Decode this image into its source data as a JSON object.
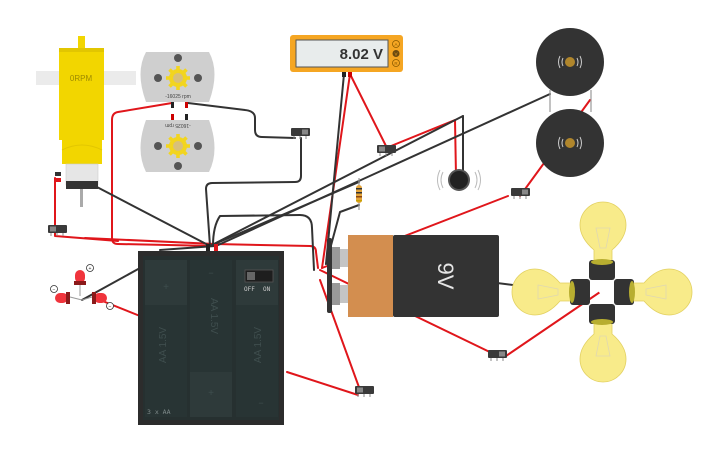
{
  "app": "Circuit simulator canvas",
  "multimeter": {
    "reading": "8.02 V",
    "mode_buttons": [
      "A",
      "V",
      "R"
    ],
    "selected_mode": "V",
    "color": "#F5A623"
  },
  "gear_motor": {
    "label": "0RPM",
    "color": "#F2D600"
  },
  "dc_motor_top": {
    "label": "-16025 rpm"
  },
  "dc_motor_bottom": {
    "label": "-16025 rpm"
  },
  "aa_pack": {
    "label": "3 x AA",
    "cells": [
      "AA 1.5V",
      "AA 1.5V",
      "AA 1.5V"
    ],
    "switch_off": "OFF",
    "switch_on": "ON",
    "plus": "+",
    "minus": "−"
  },
  "battery_9v": {
    "label": "9V",
    "terminal_color": "#D38E4F"
  },
  "leds": [
    {
      "polarity": "+"
    },
    {
      "polarity": "−"
    },
    {
      "polarity": "−"
    }
  ],
  "piezo_buzzers": [
    {
      "icon": "sound-icon"
    },
    {
      "icon": "sound-icon"
    }
  ],
  "light_bulbs": {
    "count": 4,
    "color": "#F8EB8A"
  },
  "slide_switches": {
    "count": 6
  },
  "wire_colors": {
    "red": "#E0161B",
    "black": "#333333"
  }
}
